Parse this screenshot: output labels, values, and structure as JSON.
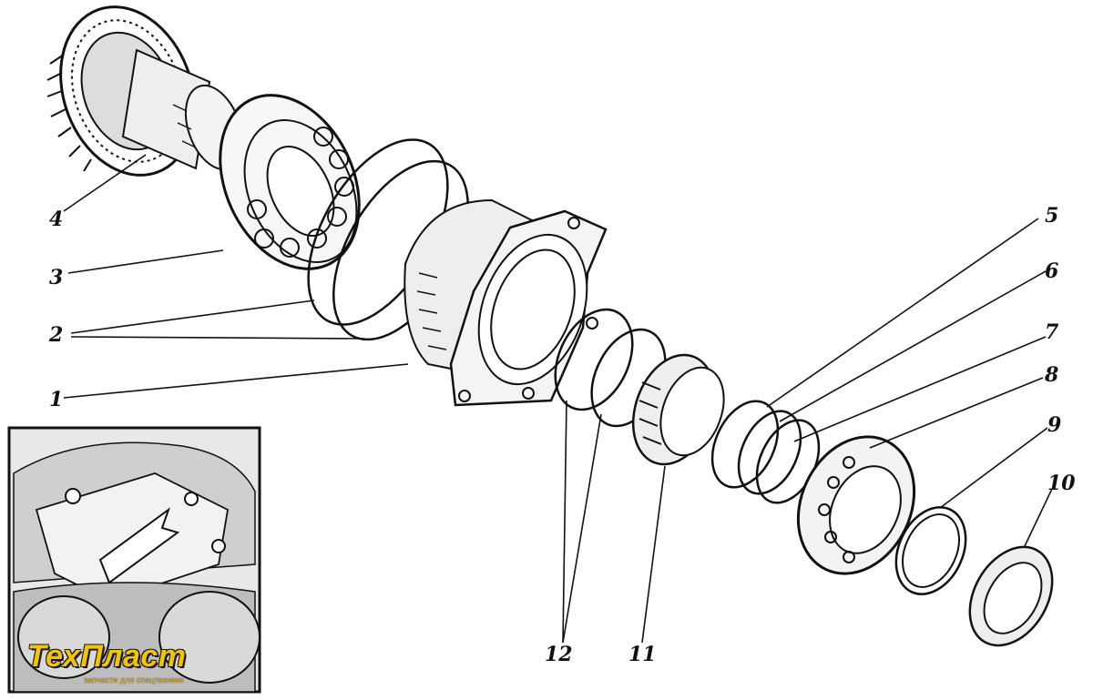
{
  "callouts": {
    "c1": "1",
    "c2": "2",
    "c3": "3",
    "c4": "4",
    "c5": "5",
    "c6": "6",
    "c7": "7",
    "c8": "8",
    "c9": "9",
    "c10": "10",
    "c11": "11",
    "c12": "12"
  },
  "watermark": {
    "title": "ТехПласт",
    "subtitle": "запчасти для спецтехники"
  },
  "colors": {
    "ink": "#111111",
    "paper": "#ffffff",
    "watermark": "#f5c400"
  }
}
